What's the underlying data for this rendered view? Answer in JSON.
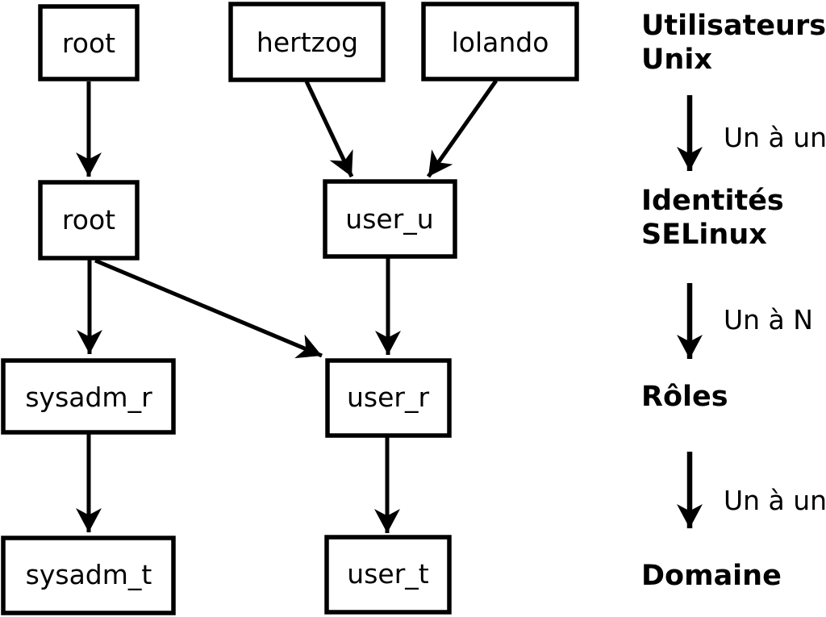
{
  "diagram": {
    "background_color": "#ffffff",
    "line_color": "#000000",
    "nodes": {
      "root_unix": "root",
      "hertzog": "hertzog",
      "lolando": "lolando",
      "root_selinux": "root",
      "user_u": "user_u",
      "sysadm_r": "sysadm_r",
      "user_r": "user_r",
      "sysadm_t": "sysadm_t",
      "user_t": "user_t"
    },
    "edges": [
      {
        "from": "root (Utilisateurs Unix)",
        "to": "root (Identités SELinux)"
      },
      {
        "from": "hertzog",
        "to": "user_u"
      },
      {
        "from": "lolando",
        "to": "user_u"
      },
      {
        "from": "root (Identités SELinux)",
        "to": "sysadm_r"
      },
      {
        "from": "root (Identités SELinux)",
        "to": "user_r"
      },
      {
        "from": "user_u",
        "to": "user_r"
      },
      {
        "from": "sysadm_r",
        "to": "sysadm_t"
      },
      {
        "from": "user_r",
        "to": "user_t"
      }
    ]
  },
  "legend": {
    "unix_users_line1": "Utilisateurs",
    "unix_users_line2": "Unix",
    "relation_1": "Un à un",
    "selinux_identities_line1": "Identités",
    "selinux_identities_line2": "SELinux",
    "relation_2": "Un à N",
    "roles": "Rôles",
    "relation_3": "Un à un",
    "domain": "Domaine"
  }
}
